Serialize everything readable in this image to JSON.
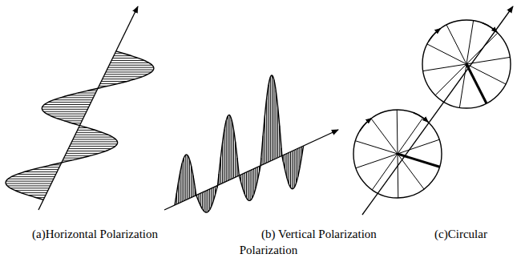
{
  "diagram": {
    "labels": [
      "(a)Horizontal Polarization",
      "(b) Vertical Polarization",
      "(c)Circular Polarization"
    ]
  }
}
